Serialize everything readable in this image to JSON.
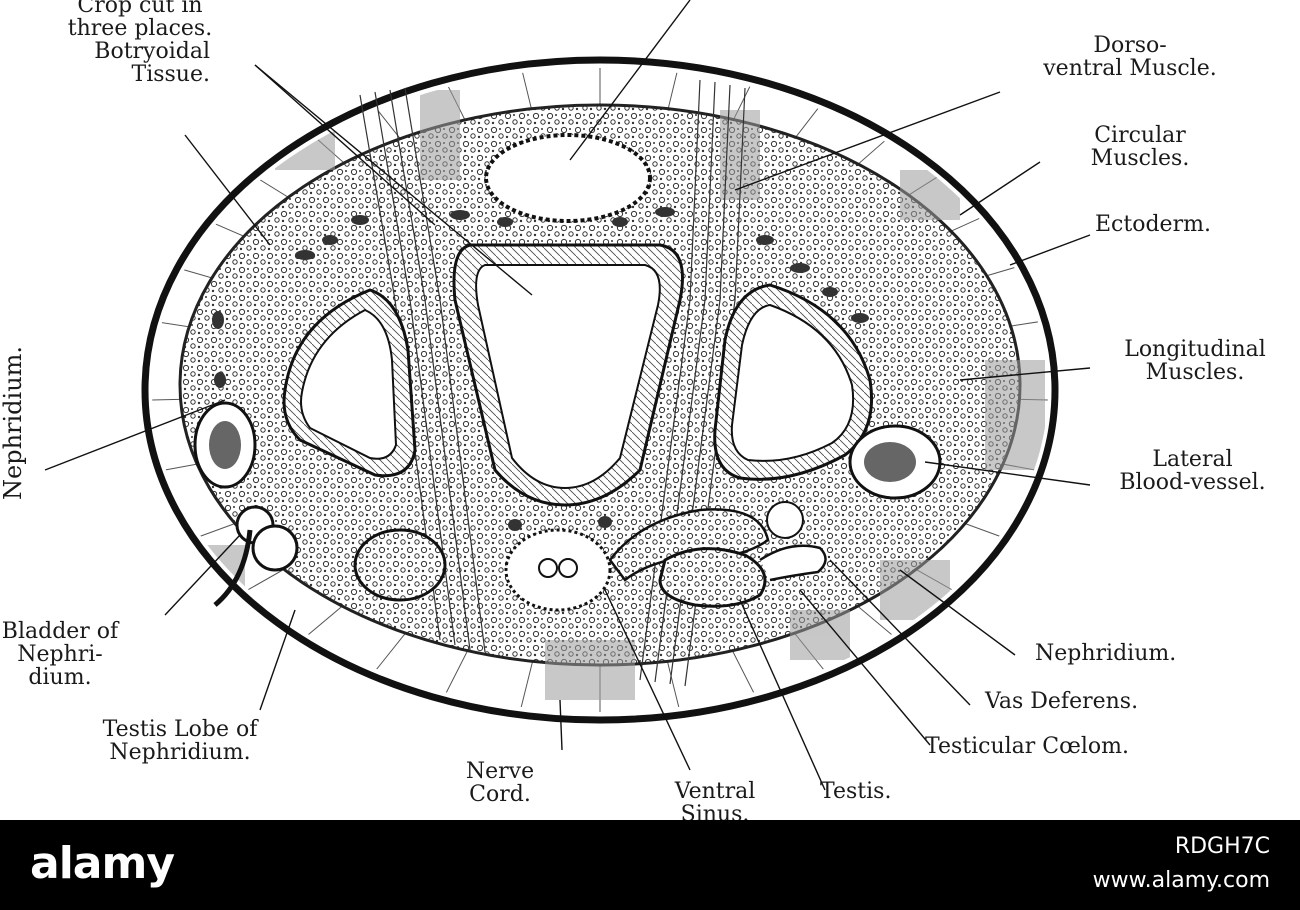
{
  "labels": {
    "crop_cut": "Crop cut in\nthree places.",
    "botryoidal": "Botryoidal\nTissue.",
    "dorso_ventral": "Dorso-\nventral Muscle.",
    "circular": "Circular\nMuscles.",
    "ectoderm": "Ectoderm.",
    "longitudinal": "Longitudinal\nMuscles.",
    "lateral_vessel": "Lateral\nBlood-vessel.",
    "nephridium_side": "Nephridium.",
    "nephridium_right": "Nephridium.",
    "vas_deferens": "Vas Deferens.",
    "testicular_coelom": "Testicular Cœlom.",
    "bladder": "Bladder of\nNephri-\ndium.",
    "testis_lobe": "Testis Lobe of\nNephridium.",
    "nerve_cord": "Nerve\nCord.",
    "ventral_sinus": "Ventral\nSinus.",
    "testis": "Testis."
  },
  "footer": {
    "logo": "alamy",
    "stock_id": "RDGH7C",
    "site": "www.alamy.com"
  },
  "colors": {
    "background": "#ffffff",
    "ink": "#1a1a1a",
    "footer": "#000000"
  }
}
